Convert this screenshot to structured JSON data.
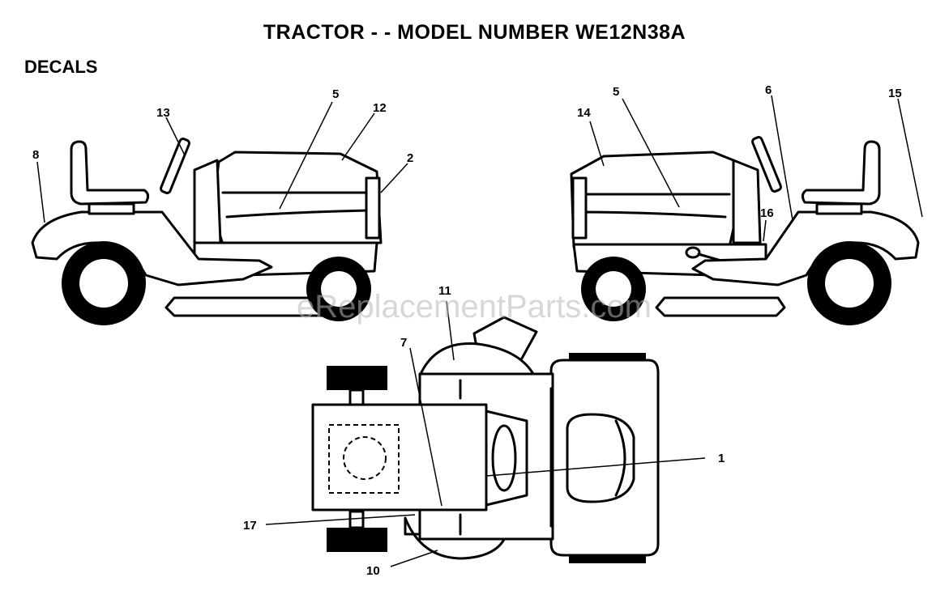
{
  "title": "TRACTOR - - MODEL NUMBER WE12N38A",
  "section_label": "DECALS",
  "watermark": "eReplacementParts.com",
  "callouts": {
    "left_8": "8",
    "left_13": "13",
    "left_5": "5",
    "left_12": "12",
    "left_2": "2",
    "right_14": "14",
    "right_5": "5",
    "right_6": "6",
    "right_15": "15",
    "right_16": "16",
    "top_11": "11",
    "top_7": "7",
    "top_1": "1",
    "top_17": "17",
    "top_10": "10"
  }
}
